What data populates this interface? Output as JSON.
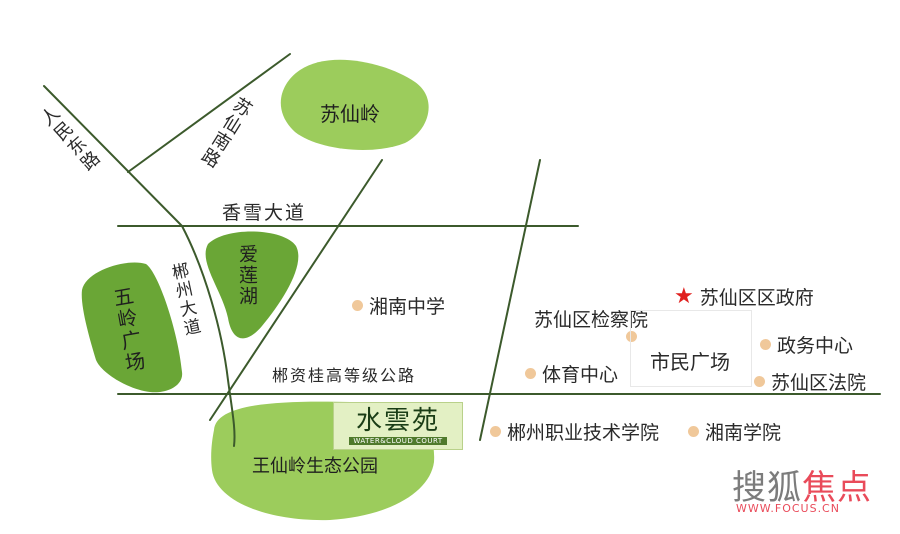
{
  "colors": {
    "park_light": "#9ccc5c",
    "park_dark": "#6aa636",
    "road": "#3c5a2c",
    "poi_dot": "#f0c89a",
    "star": "#e0201e",
    "watermark_accent": "#e94b5a"
  },
  "roads": {
    "renmin_east": "人民东路",
    "suxian_south": "苏仙南路",
    "xiangxue": "香雪大道",
    "chenzhou": "郴州大道",
    "chenzi_highway": "郴资桂高等级公路"
  },
  "parks": {
    "suxianling": "苏仙岭",
    "ailian_lake": "爱莲湖",
    "wuling_plaza": "五岭广场",
    "wangxianling": "王仙岭生态公园"
  },
  "pois": {
    "xiangnan_middle_school": "湘南中学",
    "procuratorate": "苏仙区检察院",
    "district_gov": "苏仙区区政府",
    "civic_plaza": "市民广场",
    "gov_affairs_center": "政务中心",
    "sports_center": "体育中心",
    "court": "苏仙区法院",
    "vocational_college": "郴州职业技术学院",
    "xiangnan_university": "湘南学院"
  },
  "project": {
    "name_cn": "水雲苑",
    "name_en": "WATER&CLOUD COURT"
  },
  "watermark": {
    "brand_a": "搜狐",
    "brand_b": "焦点",
    "url": "WWW.FOCUS.CN"
  }
}
